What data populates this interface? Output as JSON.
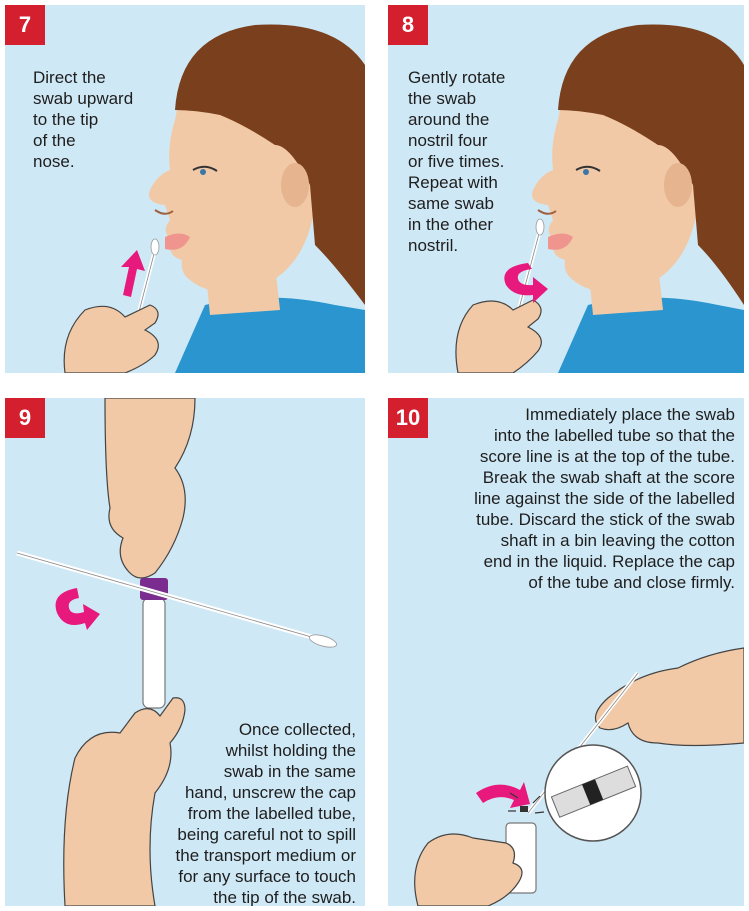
{
  "colors": {
    "panel_bg": "#cfe8f5",
    "badge": "#d4202e",
    "skin": "#f1c9a6",
    "hair": "#7a3f1c",
    "shirt": "#2a95cf",
    "arrow": "#e8197d"
  },
  "steps": [
    {
      "number": "7",
      "lines": [
        "Direct the",
        "swab upward",
        "to the tip",
        "of the",
        "nose."
      ]
    },
    {
      "number": "8",
      "lines": [
        "Gently rotate",
        "the swab",
        "around the",
        "nostril four",
        "or five times.",
        "Repeat with",
        "same swab",
        "in the other",
        "nostril."
      ]
    },
    {
      "number": "9",
      "lines": [
        "Once collected,",
        "whilst holding the",
        "swab in the same",
        "hand, unscrew the cap",
        "from the labelled tube,",
        "being careful not to spill",
        "the transport medium or",
        "for any surface to touch",
        "the tip of the swab."
      ]
    },
    {
      "number": "10",
      "lines": [
        "Immediately place the swab",
        "into the labelled tube so that the",
        "score line is at the top of the tube.",
        "Break the swab shaft at the score",
        "line against the side of the labelled",
        "tube. Discard the stick of the swab",
        "shaft in a bin leaving the cotton",
        "end in the liquid. Replace the cap",
        "of the tube and close firmly."
      ]
    }
  ]
}
